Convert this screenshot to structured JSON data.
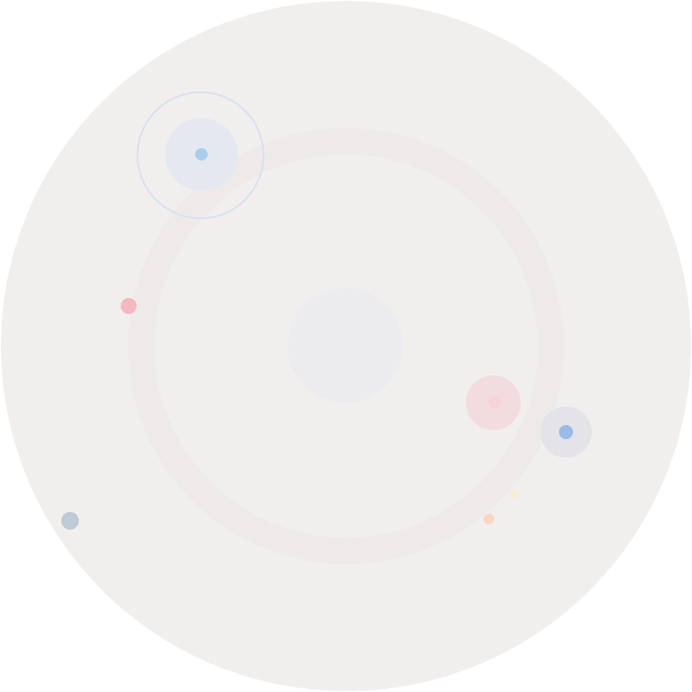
{
  "colors": {
    "disc": "#f1efee",
    "orbit_band": "#eeeaea",
    "core": "#ececee",
    "blue_ring": "#d8e0ee",
    "blue_halo": "#e5e8f0",
    "blue_light": "#a9cdee",
    "blue": "#9bbbe6",
    "blue_halo_gray": "#e4e3e8",
    "pink": "#f4b8c0",
    "pink_halo": "#f2dcdf",
    "pink_core": "#f7d3d8",
    "slate": "#bfcad8",
    "peach": "#f7d6c4",
    "pale_yellow": "#f7ecd6"
  },
  "elements": [
    {
      "name": "background-disc",
      "shape": "circle",
      "fill": "disc"
    },
    {
      "name": "orbit-ring",
      "shape": "ring",
      "stroke": "orbit_band"
    },
    {
      "name": "center-core",
      "shape": "circle",
      "fill": "core"
    },
    {
      "name": "planet-halo-blue",
      "shape": "circle",
      "fill": "blue_halo"
    },
    {
      "name": "planet-ring-blue",
      "shape": "ring",
      "stroke": "blue_ring"
    },
    {
      "name": "planet-dot-light-blue",
      "shape": "circle",
      "fill": "blue_light"
    },
    {
      "name": "dot-pink",
      "shape": "circle",
      "fill": "pink"
    },
    {
      "name": "planet-halo-pink",
      "shape": "circle",
      "fill": "pink_halo"
    },
    {
      "name": "planet-dot-pink",
      "shape": "circle",
      "fill": "pink_core"
    },
    {
      "name": "planet-halo-gray",
      "shape": "circle",
      "fill": "blue_halo_gray"
    },
    {
      "name": "planet-dot-blue",
      "shape": "circle",
      "fill": "blue"
    },
    {
      "name": "dot-slate",
      "shape": "circle",
      "fill": "slate"
    },
    {
      "name": "dot-peach",
      "shape": "circle",
      "fill": "peach"
    },
    {
      "name": "dot-pale-yellow",
      "shape": "circle",
      "fill": "pale_yellow"
    }
  ]
}
